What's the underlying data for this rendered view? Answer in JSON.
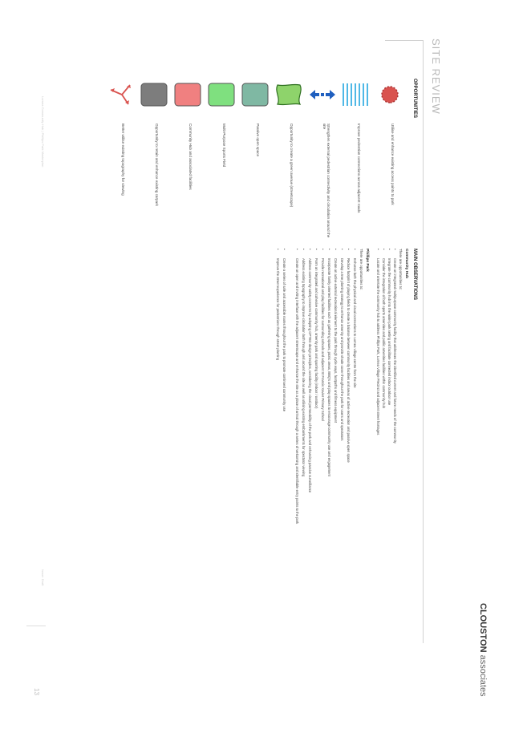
{
  "header": {
    "title": "SITE REVIEW",
    "brand_bold": "CLOUSTON",
    "brand_rest": " associates"
  },
  "opportunities": {
    "heading": "OPPORTUNITIES",
    "items": [
      {
        "icon": "red-circle-icon",
        "text": "Utilise and enhance existing access points to park"
      },
      {
        "icon": "blue-dashed-lines-icon",
        "text": "Improve pedestrian connections across adjacent roads"
      },
      {
        "icon": "blue-arrows-icon",
        "text": "Strengthen external pedestrian connectivity and circulation around the site"
      },
      {
        "icon": "green-wavy-shape-icon",
        "text": "Opportunity to create a green avenue (streetscape)"
      },
      {
        "icon": "teal-block-icon",
        "text": "Passive open space"
      },
      {
        "icon": "light-green-block-icon",
        "text": "Multi-Purpose Sports Field"
      },
      {
        "icon": "pink-block-icon",
        "text": "Community Hub and associated facilities"
      },
      {
        "icon": "grey-block-icon",
        "text": "Opportunity to retain and enhance existing carpark"
      },
      {
        "icon": "red-arrows-icon",
        "text": "Better utilise existing topography for viewing"
      }
    ],
    "colors": {
      "red": "#d9534f",
      "blue": "#1f5fbf",
      "cyan": "#4fb8e6",
      "green": "#8ed36b",
      "teal": "#7fb8a3",
      "light_green": "#7fe07f",
      "pink": "#f08080",
      "grey": "#7d7d7d"
    }
  },
  "observations": {
    "heading": "MAIN OBSERVATIONS",
    "community_hub": {
      "title": "Community Hub",
      "intro": "There are opportunities to:",
      "bullets": [
        "Create an integrated multipurpose community facility that addresses the identified current and future needs of the community",
        "Integrate the community hub into the wider park setting and facilitate connected indoor outdoor use",
        "Consider the integration of both sports amenities and public amenities facilities within community hub",
        "Locate and orientate the community hub to address Phillips Park, Lurnea Village Precinct and adjacent street frontages"
      ]
    },
    "phillips_park": {
      "title": "Phillips Park",
      "intro": "There are opportunities to:",
      "bullets": [
        "Enhance both the physical and visual connections to Lurnea village centre from the site",
        "Reduce footprint of playing fields to create a balance between community facilities and areas of active recreation and passive open space",
        "Develop a tree planting strategy to enhance amenity and provide shade cover throughout the park for users and spectators",
        "Create an active external recreational element to the park through cycle ways, footpaths and fitness equipment",
        "Incorporate family oriented facilities such as gathering spaces, picnic areas, BBQ's and play spaces to encourage community use and engagement",
        "Provide recreational and play facilities for surrounding schools and adjacent St Francis Xavier Primary School",
        "Form an integrated and cohesive community hub, amenity park and sporting facility (indoor / outdoor)",
        "Address community safety concerns by adopting CPTED design principles, considering the visual permeability of the park and enhancing passive surveillance",
        "Address existing topography to improve circulation both through and around the site as well as utilising existing embankments for spectator viewing",
        "Create an open and inviting interface with the adjacent streetscape and enhance the site as a place of arrival through a series of welcoming and identifiable entry points to the park",
        "Create a series of safe and accessible routes throughout the park to promote continued community use",
        "Improve the street experience for pedestrians through street planting"
      ]
    }
  },
  "footer": {
    "left": "Lurnea Community Hub | Phillips Park Masterplan",
    "right": "Issue: Draft",
    "page": "13"
  }
}
